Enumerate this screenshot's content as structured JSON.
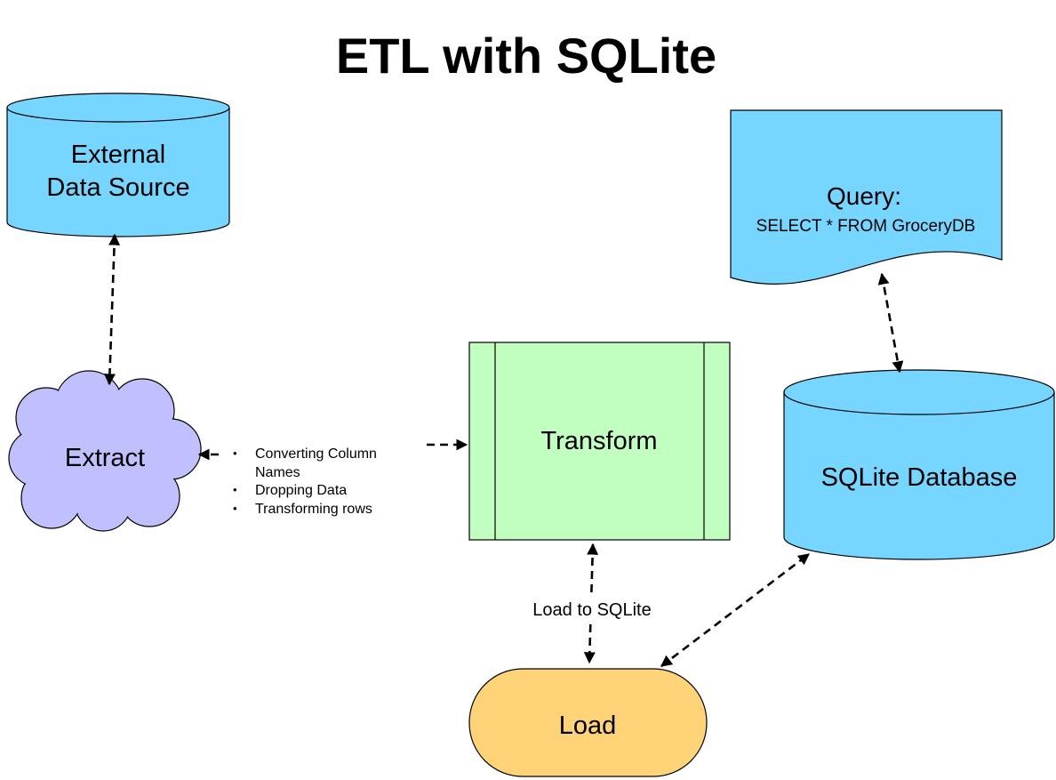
{
  "title": "ETL with SQLite",
  "colors": {
    "cylinder_fill": "#76d6ff",
    "cloud_fill": "#c0c0ff",
    "process_fill": "#c0ffc0",
    "terminal_fill": "#ffd479",
    "document_fill": "#76d6ff",
    "stroke": "#000000"
  },
  "nodes": {
    "source": {
      "line1": "External",
      "line2": "Data Source"
    },
    "extract": {
      "label": "Extract"
    },
    "transform": {
      "label": "Transform"
    },
    "load": {
      "label": "Load"
    },
    "database": {
      "label": "SQLite Database"
    },
    "query": {
      "label": "Query:",
      "sql": "SELECT * FROM GroceryDB"
    }
  },
  "transform_steps": {
    "bullet": "•",
    "items": [
      "Converting Column",
      "Names",
      "Dropping Data",
      "Transforming rows"
    ]
  },
  "edges": {
    "transform_to_load": "Load to SQLite"
  }
}
